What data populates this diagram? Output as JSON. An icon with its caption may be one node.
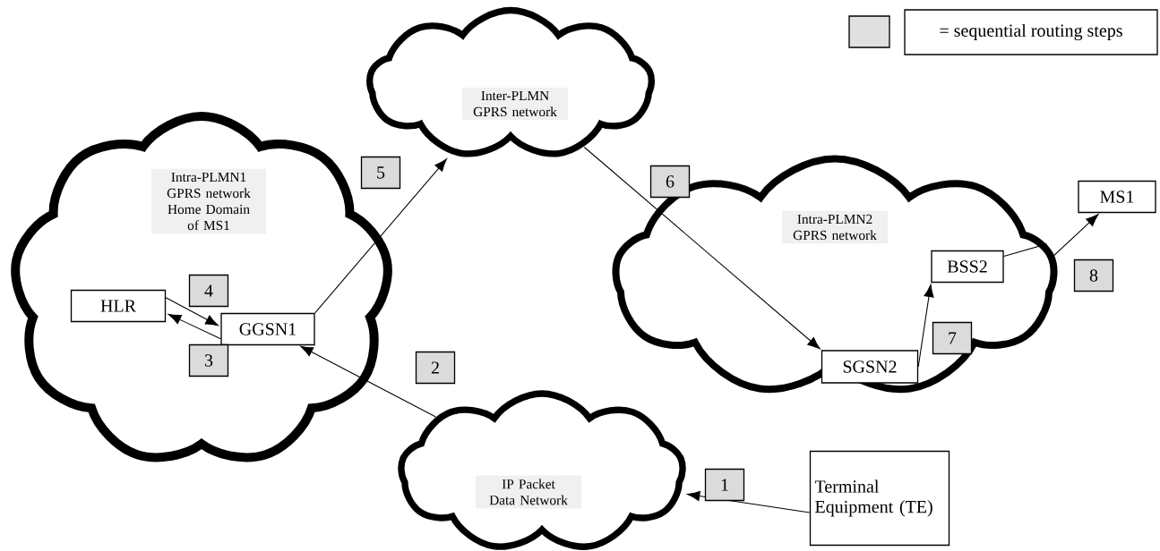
{
  "diagram": {
    "nodes": [
      {
        "text": [
          "Intra-PLMN1 GPRS network Home Domain of MS1"
        ]
      },
      {
        "text": [
          "HLR"
        ],
        "in": 0
      },
      {
        "text": [
          "GGSN1"
        ],
        "in": 0
      },
      {
        "text": [
          "Inter-PLMN GPRS network"
        ]
      },
      {
        "text": [
          "Intra-PLMN2 GPRS network"
        ]
      },
      {
        "text": [
          "SGSN2"
        ],
        "in": 4
      },
      {
        "text": [
          "BSS2"
        ],
        "in": 4
      },
      {
        "text": [
          "MS1"
        ]
      },
      {
        "text": [
          "IP Packet Data Network"
        ]
      },
      {
        "text": [
          "Terminal Equipment (TE)"
        ]
      }
    ],
    "edges": [
      {
        "from": 9,
        "to": 8,
        "arrow": "to",
        "label": "1"
      },
      {
        "from": 8,
        "to": 2,
        "arrow": "to",
        "label": "2"
      },
      {
        "from": 2,
        "to": 1,
        "arrow": "to",
        "label": "3"
      },
      {
        "from": 1,
        "to": 2,
        "arrow": "to",
        "label": "4"
      },
      {
        "from": 2,
        "to": 3,
        "arrow": "to",
        "label": "5"
      },
      {
        "from": 3,
        "to": 5,
        "arrow": "to",
        "label": "6"
      },
      {
        "from": 5,
        "to": 6,
        "arrow": "to",
        "label": "7"
      },
      {
        "from": 6,
        "to": 7,
        "arrow": "to",
        "label": "8"
      }
    ],
    "legend": [
      {
        "text": "= sequential routing steps",
        "color": "#e0e0e0"
      }
    ]
  }
}
